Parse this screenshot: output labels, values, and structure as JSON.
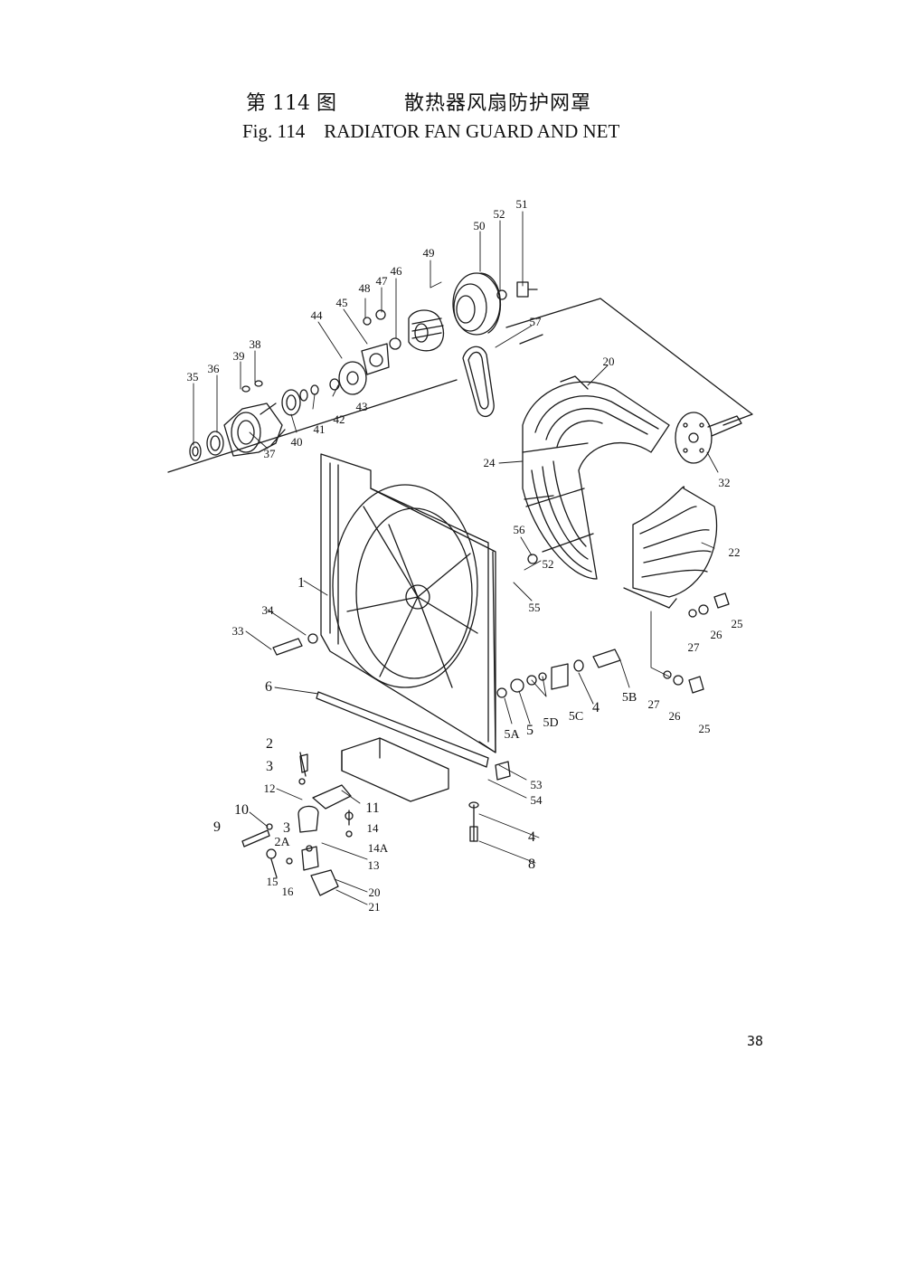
{
  "title": {
    "zh_fig_no": "第 114 图",
    "zh_name": "散热器风扇防护网罩",
    "en_fig_no": "Fig. 114",
    "en_name": "RADIATOR FAN GUARD AND NET"
  },
  "callouts": {
    "c51": "51",
    "c52a": "52",
    "c50": "50",
    "c49": "49",
    "c46": "46",
    "c47": "47",
    "c48": "48",
    "c45": "45",
    "c44": "44",
    "c57": "57",
    "c38": "38",
    "c39": "39",
    "c36": "36",
    "c35": "35",
    "c20a": "20",
    "c43": "43",
    "c42": "42",
    "c41": "41",
    "c40": "40",
    "c37": "37",
    "c24": "24",
    "c32": "32",
    "c56": "56",
    "c52b": "52",
    "c22": "22",
    "c55": "55",
    "c1": "1",
    "c34": "34",
    "c33": "33",
    "c25a": "25",
    "c26a": "26",
    "c27a": "27",
    "c6": "6",
    "c5b": "5B",
    "c4a": "4",
    "c5c": "5C",
    "c5d": "5D",
    "c5": "5",
    "c5a": "5A",
    "c27b": "27",
    "c26b": "26",
    "c25b": "25",
    "c2": "2",
    "c3": "3",
    "c53": "53",
    "c54": "54",
    "c12": "12",
    "c11": "11",
    "c10": "10",
    "c9": "9",
    "c14": "14",
    "c4b": "4",
    "c3b": "3",
    "c14a": "14A",
    "c2a": "2A",
    "c13": "13",
    "c8": "8",
    "c15": "15",
    "c16": "16",
    "c20b": "20",
    "c21": "21"
  },
  "page_number": "38"
}
